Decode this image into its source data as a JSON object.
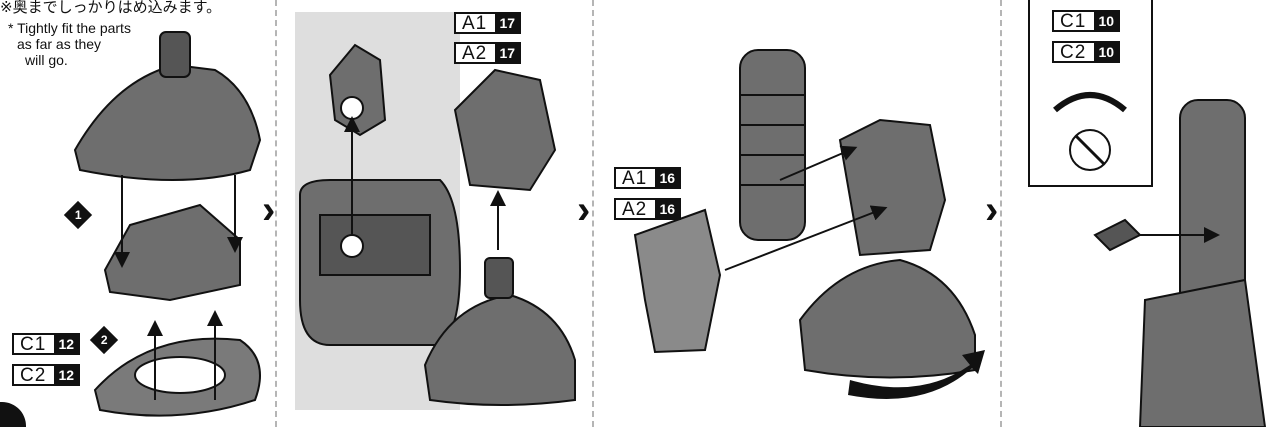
{
  "notes": {
    "japanese": "※奥までしっかりはめ込みます。",
    "english_lines": [
      "* Tightly fit the parts",
      "as far as they",
      "will go."
    ]
  },
  "steps": [
    {
      "label": "1"
    },
    {
      "label": "2"
    }
  ],
  "tags": {
    "c1_12": {
      "code": "C1",
      "num": "12"
    },
    "c2_12": {
      "code": "C2",
      "num": "12"
    },
    "a1_17": {
      "code": "A1",
      "num": "17"
    },
    "a2_17": {
      "code": "A2",
      "num": "17"
    },
    "a1_16": {
      "code": "A1",
      "num": "16"
    },
    "a2_16": {
      "code": "A2",
      "num": "16"
    },
    "c1_10": {
      "code": "C1",
      "num": "10"
    },
    "c2_10": {
      "code": "C2",
      "num": "10"
    }
  },
  "arrows": {
    "next": "›"
  },
  "icons": [
    "chevron-right-icon",
    "up-arrow-icon",
    "rotate-arrow-icon",
    "no-cut-icon"
  ],
  "colors": {
    "ink": "#111111",
    "part_gray": "#6e6e6e",
    "panel_gray": "#dedede",
    "dash": "#b5b5b5"
  }
}
